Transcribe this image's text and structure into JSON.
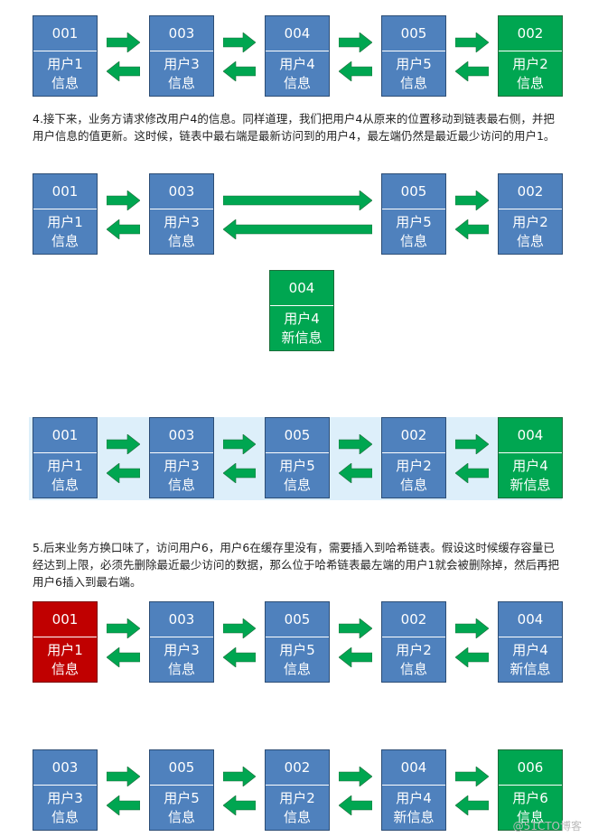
{
  "paragraphs": {
    "p4": "4.接下来，业务方请求修改用户4的信息。同样道理，我们把用户4从原来的位置移动到链表最右侧，并把用户信息的值更新。这时候，链表中最右端是最新访问到的用户4，最左端仍然是最近最少访问的用户1。",
    "p5": "5.后来业务方换口味了，访问用户6，用户6在缓存里没有，需要插入到哈希链表。假设这时候缓存容量已经达到上限，必须先删除最近最少访问的数据，那么位于哈希链表最左端的用户1就会被删除掉，然后再把用户6插入到最右端。"
  },
  "colors": {
    "blue": "#4f81bd",
    "green": "#00a651",
    "red": "#c00000",
    "arrow": "#00a651"
  },
  "rows": [
    {
      "nodes": [
        {
          "id": "001",
          "info": [
            "用户1",
            "信息"
          ],
          "color": "blue"
        },
        {
          "id": "003",
          "info": [
            "用户3",
            "信息"
          ],
          "color": "blue"
        },
        {
          "id": "004",
          "info": [
            "用户4",
            "信息"
          ],
          "color": "blue"
        },
        {
          "id": "005",
          "info": [
            "用户5",
            "信息"
          ],
          "color": "blue"
        },
        {
          "id": "002",
          "info": [
            "用户2",
            "信息"
          ],
          "color": "green"
        }
      ]
    },
    {
      "nodes": [
        {
          "id": "001",
          "info": [
            "用户1",
            "信息"
          ],
          "color": "blue"
        },
        {
          "id": "003",
          "info": [
            "用户3",
            "信息"
          ],
          "color": "blue"
        },
        null,
        {
          "id": "005",
          "info": [
            "用户5",
            "信息"
          ],
          "color": "blue"
        },
        {
          "id": "002",
          "info": [
            "用户2",
            "信息"
          ],
          "color": "blue"
        }
      ]
    },
    {
      "nodes": [
        {
          "id": "001",
          "info": [
            "用户1",
            "信息"
          ],
          "color": "blue"
        },
        {
          "id": "003",
          "info": [
            "用户3",
            "信息"
          ],
          "color": "blue"
        },
        {
          "id": "005",
          "info": [
            "用户5",
            "信息"
          ],
          "color": "blue"
        },
        {
          "id": "002",
          "info": [
            "用户2",
            "信息"
          ],
          "color": "blue"
        },
        {
          "id": "004",
          "info": [
            "用户4",
            "新信息"
          ],
          "color": "green"
        }
      ]
    },
    {
      "nodes": [
        {
          "id": "001",
          "info": [
            "用户1",
            "信息"
          ],
          "color": "red"
        },
        {
          "id": "003",
          "info": [
            "用户3",
            "信息"
          ],
          "color": "blue"
        },
        {
          "id": "005",
          "info": [
            "用户5",
            "信息"
          ],
          "color": "blue"
        },
        {
          "id": "002",
          "info": [
            "用户2",
            "信息"
          ],
          "color": "blue"
        },
        {
          "id": "004",
          "info": [
            "用户4",
            "新信息"
          ],
          "color": "blue"
        }
      ]
    },
    {
      "nodes": [
        {
          "id": "003",
          "info": [
            "用户3",
            "信息"
          ],
          "color": "blue"
        },
        {
          "id": "005",
          "info": [
            "用户5",
            "信息"
          ],
          "color": "blue"
        },
        {
          "id": "002",
          "info": [
            "用户2",
            "信息"
          ],
          "color": "blue"
        },
        {
          "id": "004",
          "info": [
            "用户4",
            "新信息"
          ],
          "color": "blue"
        },
        {
          "id": "006",
          "info": [
            "用户6",
            "信息"
          ],
          "color": "green"
        }
      ]
    }
  ],
  "detached": {
    "id": "004",
    "info": [
      "用户4",
      "新信息"
    ],
    "color": "green"
  },
  "footer": "@51CTO博客"
}
